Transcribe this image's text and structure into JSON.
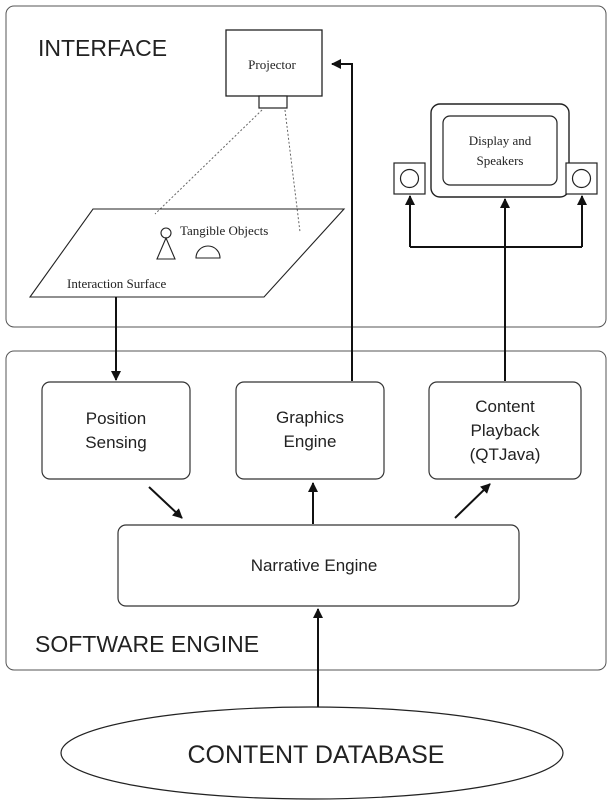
{
  "sections": {
    "interface": "INTERFACE",
    "software_engine": "SOFTWARE ENGINE"
  },
  "interface": {
    "projector": "Projector",
    "display_line1": "Display and",
    "display_line2": "Speakers",
    "tangible_objects": "Tangible Objects",
    "interaction_surface": "Interaction Surface"
  },
  "engine": {
    "position_sensing_line1": "Position",
    "position_sensing_line2": "Sensing",
    "graphics_engine_line1": "Graphics",
    "graphics_engine_line2": "Engine",
    "content_playback_line1": "Content",
    "content_playback_line2": "Playback",
    "content_playback_line3": "(QTJava)",
    "narrative_engine": "Narrative Engine"
  },
  "database": {
    "label": "CONTENT DATABASE"
  }
}
